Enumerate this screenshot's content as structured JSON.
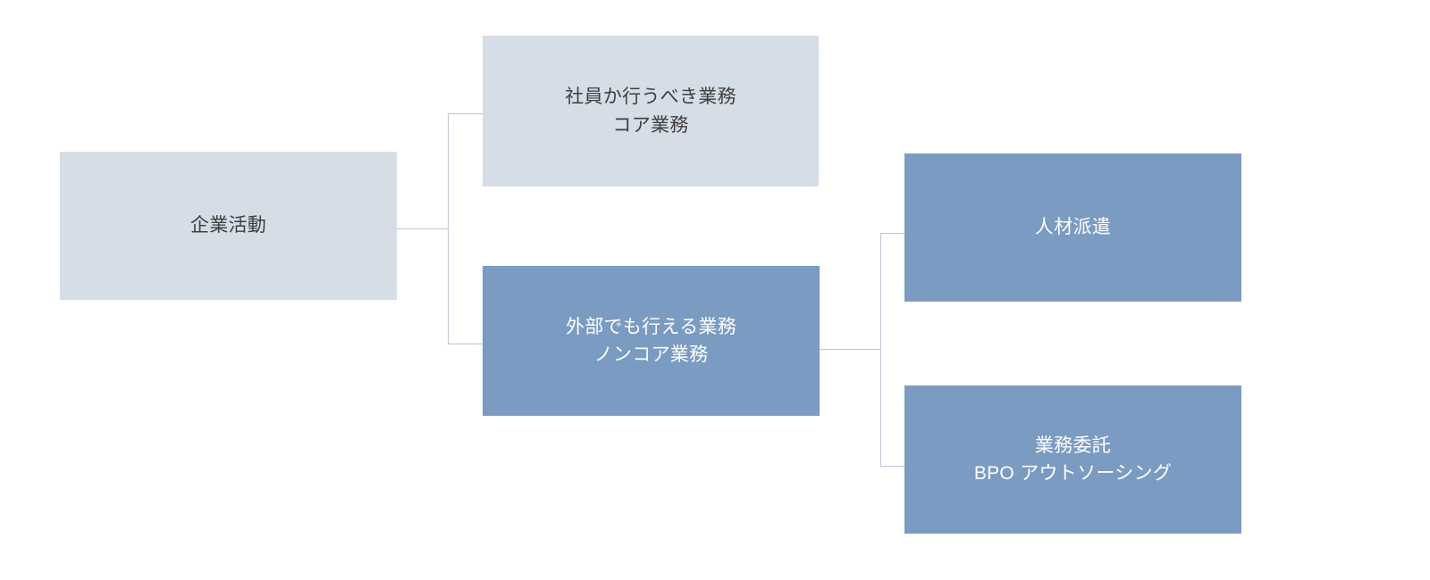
{
  "diagram": {
    "type": "hierarchy-tree",
    "title": "",
    "colors": {
      "light_fill": "#d5dde7",
      "dark_fill": "#7a9bc2",
      "light_text": "#3f3f3f",
      "dark_text": "#ffffff",
      "connector": "#b9c4d2",
      "background": "#ffffff"
    },
    "nodes": {
      "root": {
        "id": "root",
        "style": "light",
        "lines": [
          "企業活動"
        ]
      },
      "core": {
        "id": "core",
        "style": "light",
        "lines": [
          "社員か行うべき業務",
          "コア業務"
        ]
      },
      "noncore": {
        "id": "noncore",
        "style": "dark",
        "lines": [
          "外部でも行える業務",
          "ノンコア業務"
        ]
      },
      "dispatch": {
        "id": "dispatch",
        "style": "dark",
        "lines": [
          "人材派遣"
        ]
      },
      "bpo": {
        "id": "bpo",
        "style": "dark",
        "lines": [
          "業務委託",
          "BPO  アウトソーシング"
        ]
      }
    },
    "edges": [
      {
        "from": "root",
        "to": "core"
      },
      {
        "from": "root",
        "to": "noncore"
      },
      {
        "from": "noncore",
        "to": "dispatch"
      },
      {
        "from": "noncore",
        "to": "bpo"
      }
    ]
  }
}
